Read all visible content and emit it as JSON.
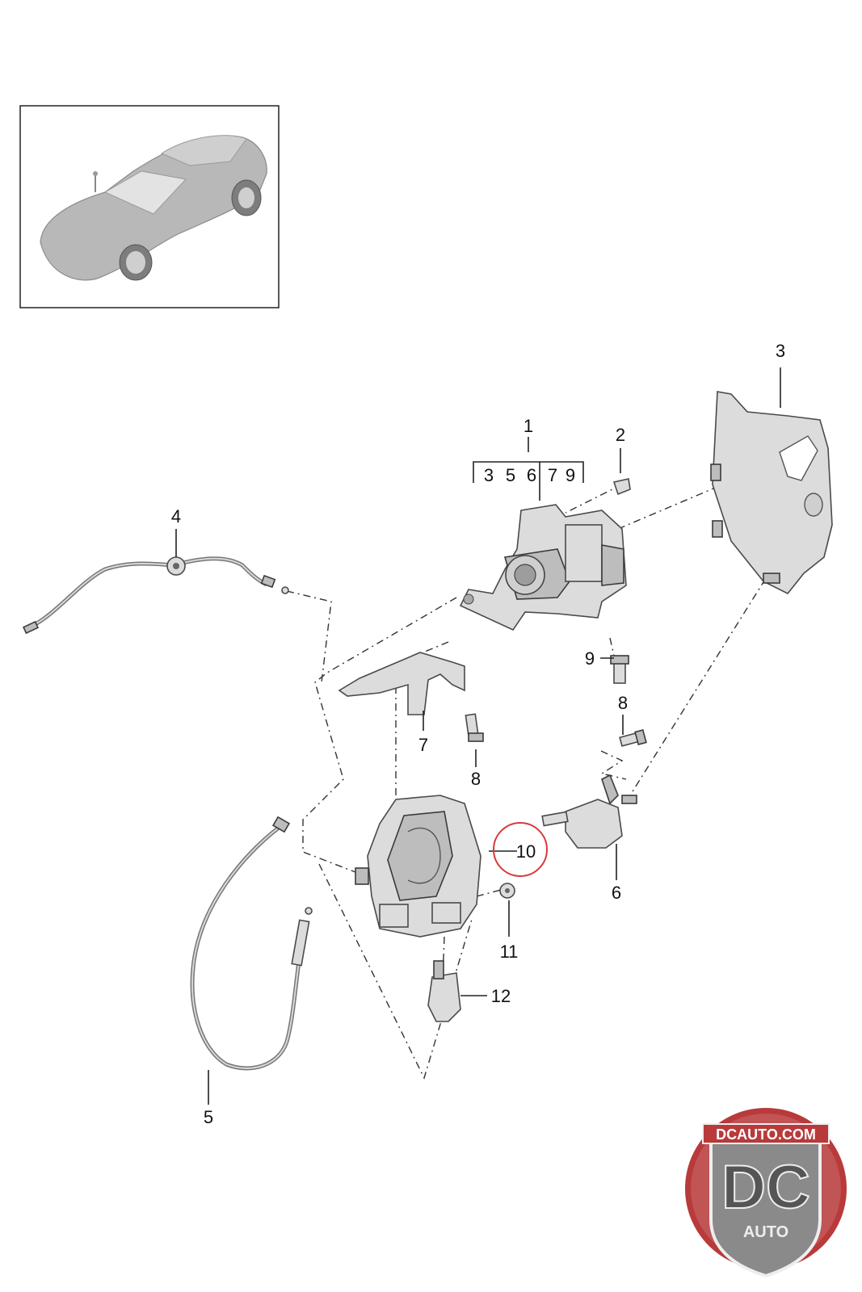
{
  "callouts": {
    "c1": "1",
    "c2": "2",
    "c3": "3",
    "c4": "4",
    "c5": "5",
    "c6": "6",
    "c7": "7",
    "c8a": "8",
    "c8b": "8",
    "c9": "9",
    "c10": "10",
    "c11": "11",
    "c12": "12"
  },
  "kit_contents": [
    "3",
    "5",
    "6",
    "7",
    "9"
  ],
  "watermark": {
    "top_text": "DCAUTO.COM",
    "big_text": "DC",
    "bottom_text": "AUTO"
  },
  "colors": {
    "highlight_circle": "#d83a3a",
    "badge_red": "#b83a3a",
    "badge_grey": "#8a8a8a"
  },
  "icons": {
    "thumbnail": "car-thumbnail-icon",
    "badge": "dcauto-logo-icon"
  }
}
